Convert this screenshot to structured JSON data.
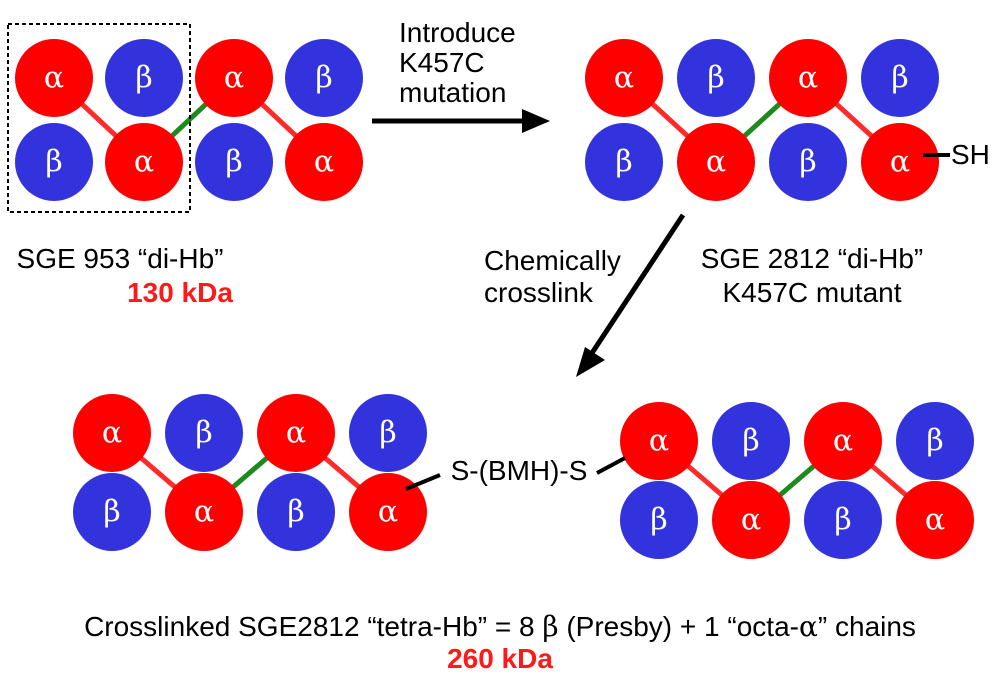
{
  "symbols": {
    "alpha": "α",
    "beta": "β"
  },
  "colors": {
    "alpha": "#ff0000",
    "beta": "#3333dd",
    "link_red": "#ff2a2a",
    "link_green": "#1e8a1e",
    "mass": "#ff1a1a"
  },
  "arrow1_label": {
    "line1": "Introduce",
    "line2": "K457C",
    "line3": "mutation"
  },
  "arrow2_label": {
    "line1": "Chemically",
    "line2": "crosslink"
  },
  "sge953": {
    "name": "SGE 953 “di-Hb”",
    "mass": "130 kDa"
  },
  "sge2812": {
    "name": "SGE 2812 “di-Hb”",
    "mutant": "K457C mutant",
    "thiol": "SH"
  },
  "crosslink": {
    "linker": "S-(BMH)-S"
  },
  "bottom": {
    "caption_pre": "Crosslinked SGE2812 “tetra-Hb” = 8 ",
    "caption_beta": "β",
    "caption_mid": " (Presby) + 1 “octa-",
    "caption_alpha": "α",
    "caption_post": "” chains",
    "mass": "260 kDa"
  }
}
